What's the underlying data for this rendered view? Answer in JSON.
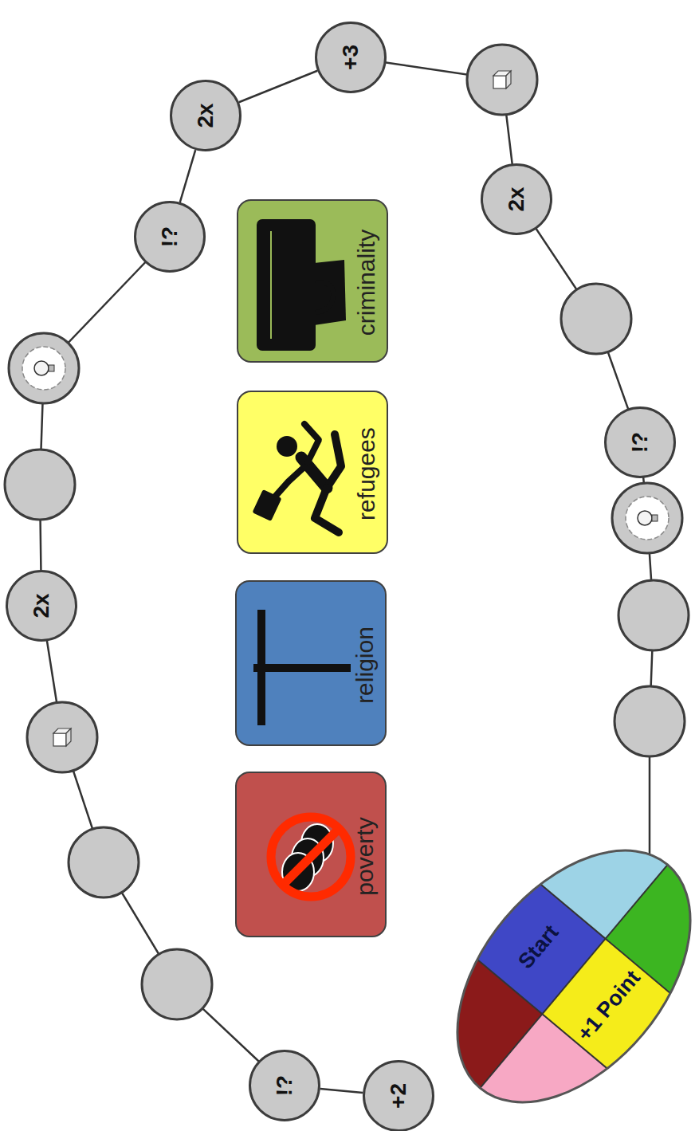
{
  "diagram": {
    "nodes": [
      {
        "text": [
          "Start",
          "+1 Point"
        ]
      },
      {
        "text": [
          "+2"
        ]
      },
      {
        "text": [
          "!?"
        ]
      },
      {
        "text": [
          "2x"
        ]
      },
      {
        "text": [
          "!?"
        ]
      },
      {
        "text": [
          "2x"
        ]
      },
      {
        "text": [
          "+3"
        ]
      },
      {
        "text": [
          "2x"
        ]
      },
      {
        "text": [
          "!?"
        ]
      },
      {
        "text": [
          "poverty"
        ]
      },
      {
        "text": [
          "religion"
        ]
      },
      {
        "text": [
          "refugees"
        ]
      },
      {
        "text": [
          "criminality"
        ]
      }
    ],
    "edges": [
      {
        "from": 1,
        "to": 2,
        "arrow": "none"
      },
      {
        "from": 4,
        "to": 5,
        "arrow": "none"
      },
      {
        "from": 5,
        "to": 6,
        "arrow": "none"
      }
    ]
  }
}
